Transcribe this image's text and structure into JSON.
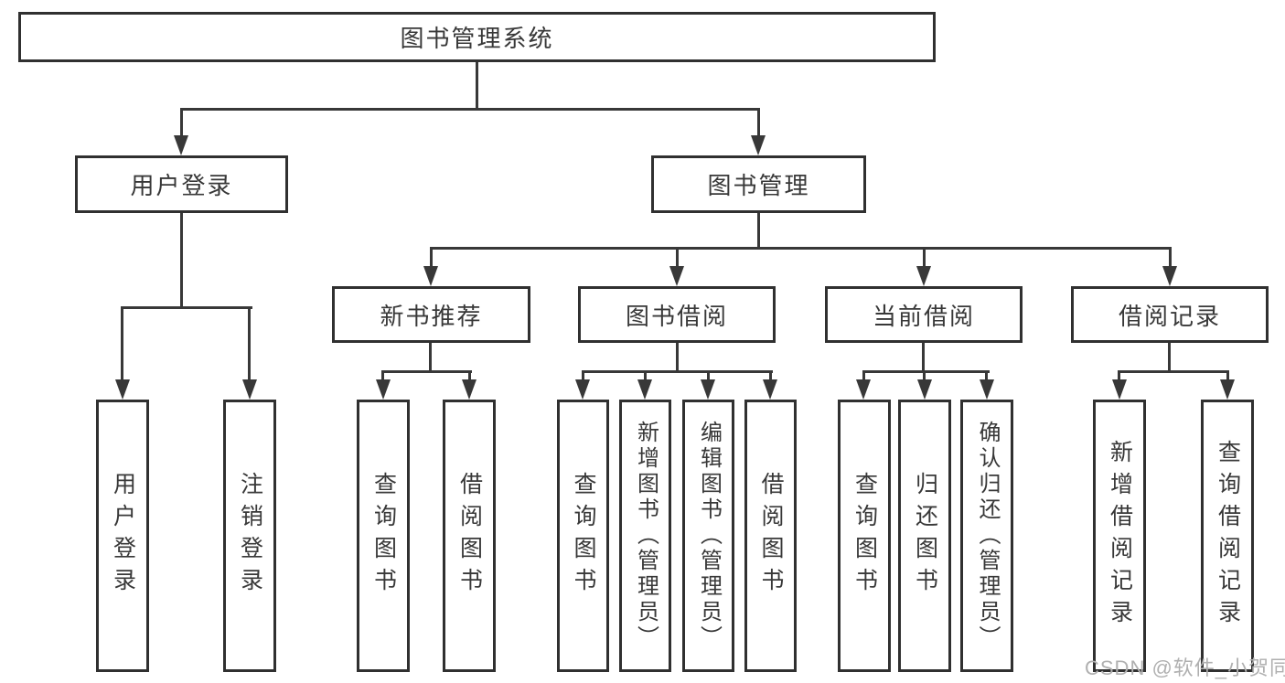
{
  "diagram": {
    "type": "hierarchy-tree",
    "root": {
      "label": "图书管理系统"
    },
    "branches": [
      {
        "label": "用户登录",
        "children": [
          {
            "label": "用户登录"
          },
          {
            "label": "注销登录"
          }
        ]
      },
      {
        "label": "图书管理",
        "children": [
          {
            "label": "新书推荐",
            "children": [
              {
                "label": "查询图书"
              },
              {
                "label": "借阅图书"
              }
            ]
          },
          {
            "label": "图书借阅",
            "children": [
              {
                "label": "查询图书"
              },
              {
                "label": "新增图书（管理员）"
              },
              {
                "label": "编辑图书（管理员）"
              },
              {
                "label": "借阅图书"
              }
            ]
          },
          {
            "label": "当前借阅",
            "children": [
              {
                "label": "查询图书"
              },
              {
                "label": "归还图书"
              },
              {
                "label": "确认归还（管理员）"
              }
            ]
          },
          {
            "label": "借阅记录",
            "children": [
              {
                "label": "新增借阅记录"
              },
              {
                "label": "查询借阅记录"
              }
            ]
          }
        ]
      }
    ]
  },
  "watermark": {
    "text": "CSDN @软件_小贺同学"
  },
  "colors": {
    "line": "#383838",
    "box_border": "#303030",
    "text": "#383838",
    "watermark": "#b0b0b0",
    "background": "#ffffff"
  }
}
